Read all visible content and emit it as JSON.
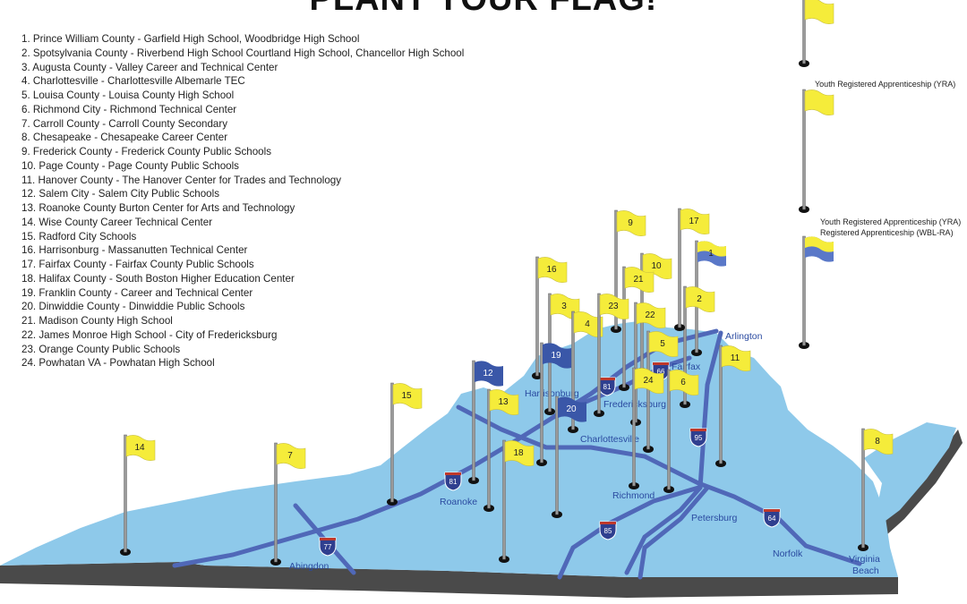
{
  "title": "PLANT YOUR FLAG!",
  "schools": [
    "1. Prince William County - Garfield High School, Woodbridge High School",
    "2. Spotsylvania County - Riverbend High School Courtland High School, Chancellor High School",
    "3. Augusta County - Valley Career and Technical Center",
    "4. Charlottesville - Charlottesville Albemarle TEC",
    "5. Louisa County - Louisa County High School",
    "6. Richmond City - Richmond Technical Center",
    "7. Carroll County - Carroll County Secondary",
    "8. Chesapeake - Chesapeake Career Center",
    "9. Frederick County - Frederick County Public Schools",
    "10. Page County - Page County Public Schools",
    "11. Hanover County - The Hanover Center for Trades and Technology",
    "12. Salem City - Salem City Public Schools",
    "13. Roanoke County Burton Center for Arts and Technology",
    "14. Wise County Career Technical Center",
    "15. Radford City Schools",
    "16. Harrisonburg - Massanutten Technical Center",
    "17. Fairfax County - Fairfax County Public Schools",
    "18. Halifax County - South Boston Higher Education Center",
    "19. Franklin County - Career and Technical Center",
    "20. Dinwiddie County - Dinwiddie Public Schools",
    "21. Madison County High School",
    "22. James Monroe High School - City of Fredericksburg",
    "23. Orange County Public Schools",
    "24. Powhatan VA - Powhatan High School"
  ],
  "key": {
    "yra": "Youth Registered Apprenticeship (YRA)",
    "both_line1": "Youth Registered Apprenticeship (YRA)",
    "both_line2": "Registered Apprenticeship (WBL-RA)"
  },
  "colors": {
    "yra": "#f5ec3a",
    "wbl_ra": "#5a78c8",
    "blue_flag": "#3a57a8",
    "land": "#8ec9ea",
    "base": "#4a4a4a",
    "road": "#5068b8",
    "city_text": "#2a4aa0"
  },
  "flags": [
    {
      "label": "1",
      "type": "both"
    },
    {
      "label": "2",
      "type": "yra"
    },
    {
      "label": "3",
      "type": "yra"
    },
    {
      "label": "4",
      "type": "yra"
    },
    {
      "label": "5",
      "type": "yra"
    },
    {
      "label": "6",
      "type": "yra"
    },
    {
      "label": "7",
      "type": "yra"
    },
    {
      "label": "8",
      "type": "yra"
    },
    {
      "label": "9",
      "type": "yra"
    },
    {
      "label": "10",
      "type": "yra"
    },
    {
      "label": "11",
      "type": "yra"
    },
    {
      "label": "12",
      "type": "wbl"
    },
    {
      "label": "13",
      "type": "yra"
    },
    {
      "label": "14",
      "type": "yra"
    },
    {
      "label": "15",
      "type": "yra"
    },
    {
      "label": "16",
      "type": "yra"
    },
    {
      "label": "17",
      "type": "yra"
    },
    {
      "label": "18",
      "type": "yra"
    },
    {
      "label": "19",
      "type": "wbl"
    },
    {
      "label": "20",
      "type": "wbl"
    },
    {
      "label": "21",
      "type": "yra"
    },
    {
      "label": "22",
      "type": "yra"
    },
    {
      "label": "23",
      "type": "yra"
    },
    {
      "label": "24",
      "type": "yra"
    }
  ],
  "cities": [
    "Arlington",
    "Fairfax",
    "Harrisonburg",
    "Fredericksburg",
    "Charlottesville",
    "Roanoke",
    "Richmond",
    "Petersburg",
    "Abingdon",
    "Norfolk",
    "Virginia",
    "Beach"
  ],
  "interstates": [
    "81",
    "81",
    "66",
    "95",
    "77",
    "85",
    "64"
  ]
}
